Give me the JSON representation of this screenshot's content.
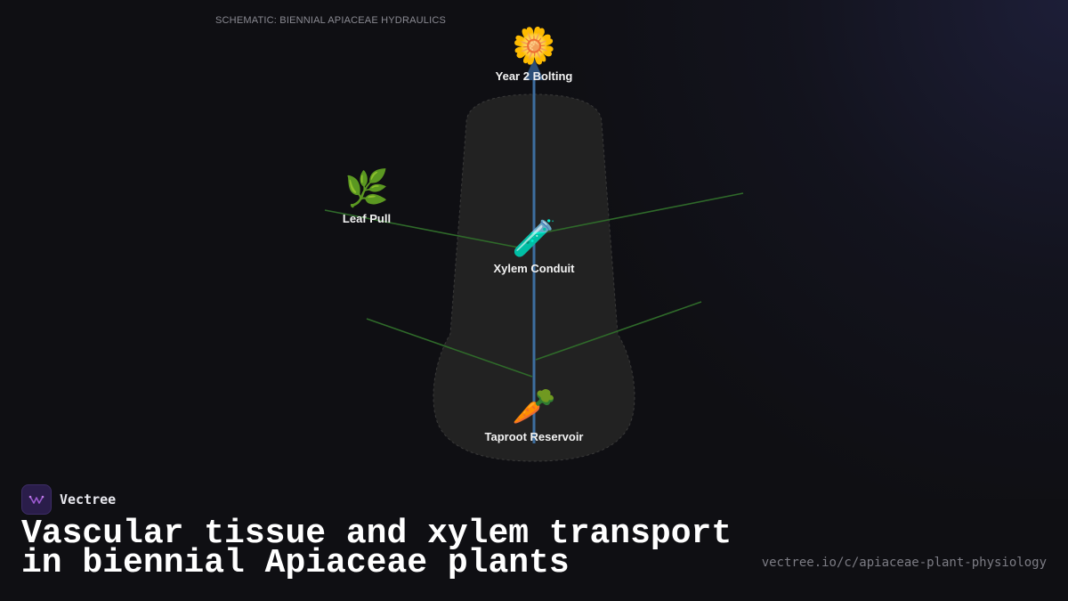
{
  "caption": "SCHEMATIC: BIENNIAL APIACEAE HYDRAULICS",
  "nodes": {
    "bolting": {
      "label": "Year 2 Bolting",
      "emoji": "🌼",
      "icon": "flower-icon"
    },
    "leaf": {
      "label": "Leaf Pull",
      "emoji": "🌿",
      "icon": "leaf-icon"
    },
    "xylem": {
      "label": "Xylem Conduit",
      "emoji": "🧪",
      "icon": "test-tube-icon"
    },
    "taproot": {
      "label": "Taproot Reservoir",
      "emoji": "🥕",
      "icon": "carrot-icon"
    }
  },
  "brand": {
    "name": "Vectree"
  },
  "title": "Vascular tissue and xylem transport in biennial Apiaceae plants",
  "url": "vectree.io/c/apiaceae-plant-physiology",
  "colors": {
    "background": "#0f0f13",
    "body_fill": "#222222",
    "xylem_line": "#3d6ea0",
    "vein_line": "#2f6a2a"
  }
}
